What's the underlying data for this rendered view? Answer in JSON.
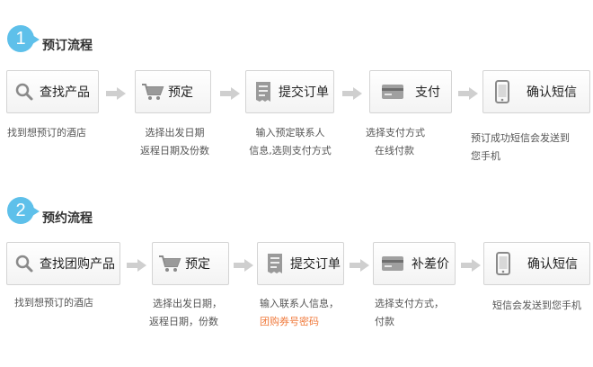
{
  "accent_color": "#5ec0ea",
  "highlight_color": "#f07a3c",
  "section1": {
    "number": "1",
    "title": "预订流程",
    "steps": [
      {
        "label": "查找产品",
        "icon": "search-icon",
        "desc": [
          "找到想预订的酒店"
        ]
      },
      {
        "label": "预定",
        "icon": "cart-icon",
        "desc": [
          "选择出发日期",
          "返程日期及份数"
        ]
      },
      {
        "label": "提交订单",
        "icon": "receipt-icon",
        "desc": [
          "输入预定联系人",
          "信息,选则支付方式"
        ]
      },
      {
        "label": "支付",
        "icon": "credit-card-icon",
        "desc": [
          "选择支付方式",
          "在线付款"
        ]
      },
      {
        "label": "确认短信",
        "icon": "phone-icon",
        "desc": [
          "预订成功短信会发送到",
          "您手机"
        ]
      }
    ]
  },
  "section2": {
    "number": "2",
    "title": "预约流程",
    "steps": [
      {
        "label": "查找团购产品",
        "icon": "search-icon",
        "desc": [
          "找到想预订的酒店"
        ]
      },
      {
        "label": "预定",
        "icon": "cart-icon",
        "desc": [
          "选择出发日期，",
          "返程日期，份数"
        ]
      },
      {
        "label": "提交订单",
        "icon": "receipt-icon",
        "desc": [
          "输入联系人信息，"
        ],
        "desc_highlight": "团购券号密码"
      },
      {
        "label": "补差价",
        "icon": "credit-card-icon",
        "desc": [
          "选择支付方式，",
          "付款"
        ]
      },
      {
        "label": "确认短信",
        "icon": "phone-icon",
        "desc": [
          "短信会发送到您手机"
        ]
      }
    ]
  }
}
